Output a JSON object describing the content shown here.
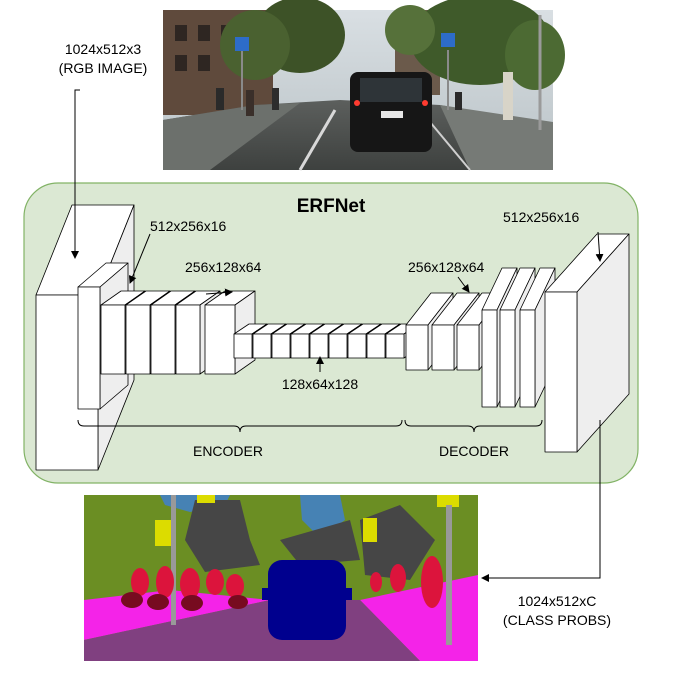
{
  "title": "ERFNet",
  "input": {
    "dims": "1024x512x3",
    "desc": "(RGB IMAGE)"
  },
  "output": {
    "dims": "1024x512xC",
    "desc": "(CLASS PROBS)"
  },
  "feature_labels": {
    "enc_first": "512x256x16",
    "enc_second": "256x128x64",
    "bottleneck": "128x64x128",
    "dec_first": "256x128x64",
    "dec_second": "512x256x16"
  },
  "sections": {
    "encoder": "ENCODER",
    "decoder": "DECODER"
  },
  "colors": {
    "panel_fill": "#dbe8d3",
    "panel_stroke": "#82b366",
    "block_fill": "#ffffff",
    "block_side": "#eeeeee",
    "road": "#804080",
    "sidewalk": "#f423e8",
    "vegetation": "#6b8e23",
    "sky": "#4682b4",
    "car": "#00008e",
    "person": "#dc143c",
    "building": "#464646",
    "sign": "#dcdc00",
    "pole": "#999999"
  }
}
